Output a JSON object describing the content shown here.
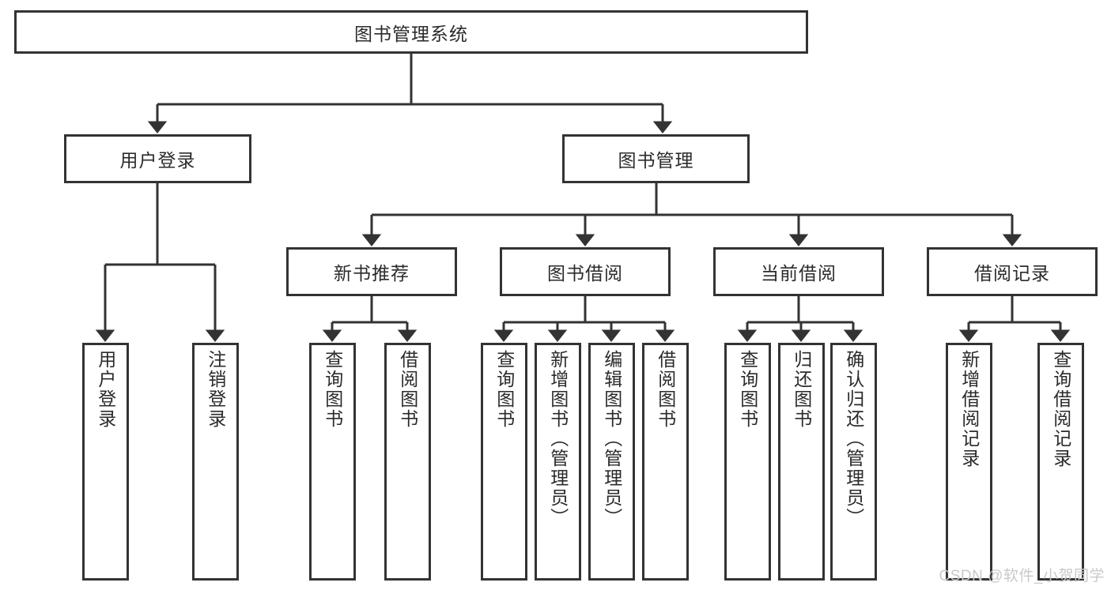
{
  "diagram": {
    "title": "图书管理系统",
    "type": "tree-hierarchy",
    "root": {
      "label": "图书管理系统"
    },
    "level2": [
      {
        "label": "用户登录"
      },
      {
        "label": "图书管理"
      }
    ],
    "level3": [
      {
        "label": "新书推荐"
      },
      {
        "label": "图书借阅"
      },
      {
        "label": "当前借阅"
      },
      {
        "label": "借阅记录"
      }
    ],
    "leaves": {
      "user_login": [
        {
          "label": "用户登录"
        },
        {
          "label": "注销登录"
        }
      ],
      "new_book_recommend": [
        {
          "label": "查询图书"
        },
        {
          "label": "借阅图书"
        }
      ],
      "book_borrow": [
        {
          "label": "查询图书"
        },
        {
          "label": "新增图书（管理员）"
        },
        {
          "label": "编辑图书（管理员）"
        },
        {
          "label": "借阅图书"
        }
      ],
      "current_borrow": [
        {
          "label": "查询图书"
        },
        {
          "label": "归还图书"
        },
        {
          "label": "确认归还（管理员）"
        }
      ],
      "borrow_record": [
        {
          "label": "新增借阅记录"
        },
        {
          "label": "查询借阅记录"
        }
      ]
    }
  },
  "watermark": {
    "text": "CSDN @软件_小贺同学"
  },
  "colors": {
    "stroke": "#333333",
    "text": "#2b2b2b",
    "background": "#ffffff",
    "watermark": "#c9c9c9"
  }
}
